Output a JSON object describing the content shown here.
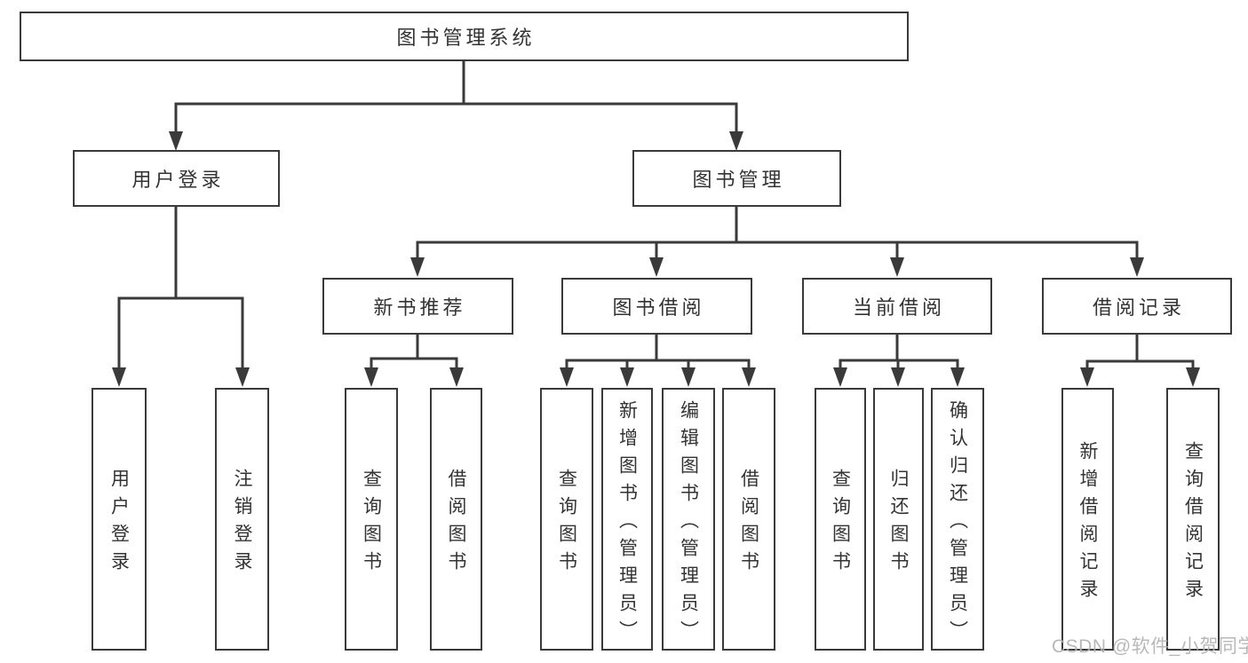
{
  "title": "图书管理系统",
  "level2": {
    "user_login": "用户登录",
    "book_mgmt": "图书管理"
  },
  "level3": {
    "new_book_rec": "新书推荐",
    "book_borrow": "图书借阅",
    "current_borrow": "当前借阅",
    "borrow_record": "借阅记录"
  },
  "leaves": {
    "user_login": "用户登录",
    "logout": "注销登录",
    "nb_query_books": "查询图书",
    "nb_borrow_books": "借阅图书",
    "bb_query_books": "查询图书",
    "bb_add_books_admin": "新增图书（管理员）",
    "bb_edit_books_admin": "编辑图书（管理员）",
    "bb_borrow_books": "借阅图书",
    "cb_query_books": "查询图书",
    "cb_return_books": "归还图书",
    "cb_confirm_return_admin": "确认归还（管理员）",
    "br_add_record": "新增借阅记录",
    "br_query_record": "查询借阅记录"
  },
  "watermark": "CSDN @软件_小贺同学",
  "colors": {
    "line": "#3a3a3a",
    "text": "#333333",
    "watermark": "#b3b3b3",
    "background": "#ffffff"
  }
}
